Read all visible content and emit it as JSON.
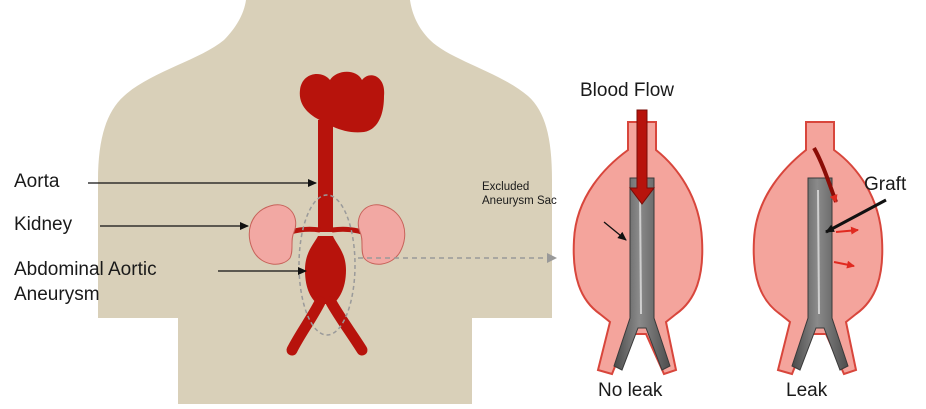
{
  "labels": {
    "aorta": "Aorta",
    "kidney": "Kidney",
    "aaa_line1": "Abdominal Aortic",
    "aaa_line2": "Aneurysm",
    "blood_flow": "Blood Flow",
    "excluded_line1": "Excluded",
    "excluded_line2": "Aneurysm Sac",
    "graft": "Graft",
    "no_leak": "No leak",
    "leak": "Leak"
  },
  "colors": {
    "body": "#d9d0b9",
    "artery": "#b7130c",
    "kidney": "#f2a8a3",
    "sac_fill": "#f4a49c",
    "sac_stroke": "#d8463c",
    "graft": "#6b6b6b",
    "graft_edge": "#3a3a3a",
    "leak_arrow": "#e02a20"
  }
}
